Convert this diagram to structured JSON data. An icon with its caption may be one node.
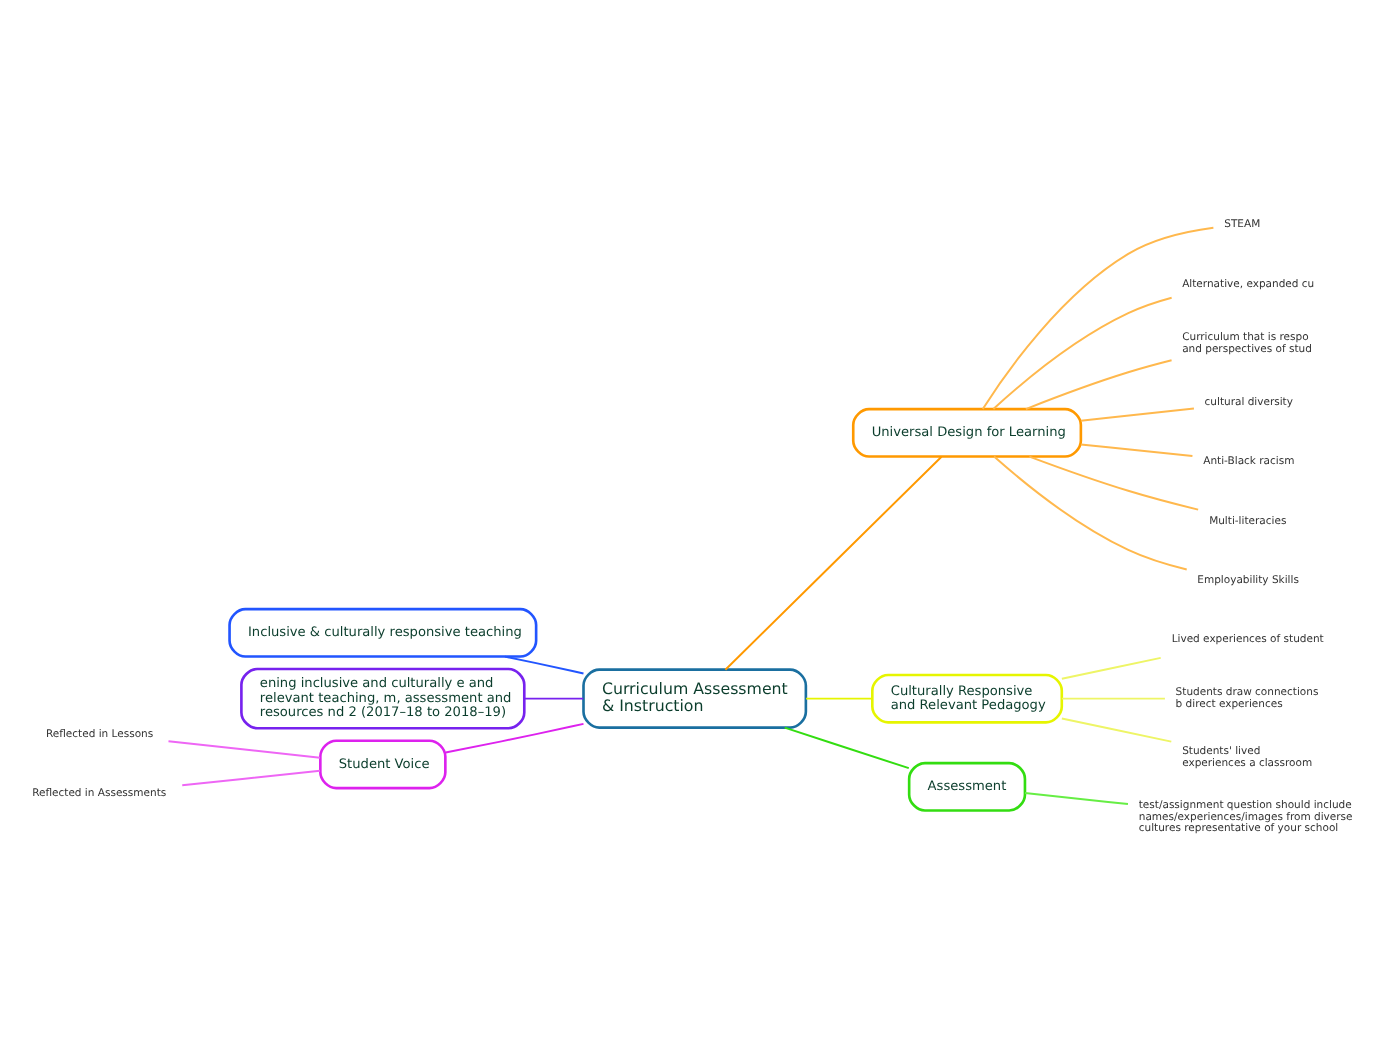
{
  "diagram": {
    "nodes": [
      {
        "text": [
          "Curriculum Assessment & Instruction"
        ]
      },
      {
        "text": [
          "Universal Design for Learning"
        ]
      },
      {
        "text": [
          "STEAM"
        ]
      },
      {
        "text": [
          "Alternative, expanded cu"
        ]
      },
      {
        "text": [
          "Curriculum that is respo and perspectives of stud"
        ]
      },
      {
        "text": [
          "cultural diversity"
        ]
      },
      {
        "text": [
          "Anti-Black racism"
        ]
      },
      {
        "text": [
          "Multi-literacies"
        ]
      },
      {
        "text": [
          "Employability Skills"
        ]
      },
      {
        "text": [
          "Culturally Responsive and Relevant Pedagogy"
        ]
      },
      {
        "text": [
          "Lived experiences of student"
        ]
      },
      {
        "text": [
          "Students draw connections b direct experiences"
        ]
      },
      {
        "text": [
          "Students' lived experiences a classroom"
        ]
      },
      {
        "text": [
          "Assessment"
        ]
      },
      {
        "text": [
          "test/assignment question should include names/experiences/images from diverse cultures representative of your school"
        ]
      },
      {
        "text": [
          "Inclusive & culturally responsive teaching"
        ]
      },
      {
        "text": [
          "ening inclusive and culturally e and relevant teaching, m, assessment and resources nd 2 (2017–18 to 2018–19)"
        ]
      },
      {
        "text": [
          "Student Voice"
        ]
      },
      {
        "text": [
          "Reflected in Lessons"
        ]
      },
      {
        "text": [
          "Reflected in Assessments"
        ]
      }
    ],
    "edges": [
      {
        "from": 0,
        "to": 1,
        "arrow": "none",
        "color": "#ff9900"
      },
      {
        "from": 1,
        "to": 2,
        "arrow": "none",
        "color": "#ffb84d"
      },
      {
        "from": 1,
        "to": 3,
        "arrow": "none",
        "color": "#ffb84d"
      },
      {
        "from": 1,
        "to": 4,
        "arrow": "none",
        "color": "#ffb84d"
      },
      {
        "from": 1,
        "to": 5,
        "arrow": "none",
        "color": "#ffb84d"
      },
      {
        "from": 1,
        "to": 6,
        "arrow": "none",
        "color": "#ffb84d"
      },
      {
        "from": 1,
        "to": 7,
        "arrow": "none",
        "color": "#ffb84d"
      },
      {
        "from": 1,
        "to": 8,
        "arrow": "none",
        "color": "#ffb84d"
      },
      {
        "from": 0,
        "to": 9,
        "arrow": "none",
        "color": "#e6f500"
      },
      {
        "from": 9,
        "to": 10,
        "arrow": "none",
        "color": "#eef566"
      },
      {
        "from": 9,
        "to": 11,
        "arrow": "none",
        "color": "#eef566"
      },
      {
        "from": 9,
        "to": 12,
        "arrow": "none",
        "color": "#eef566"
      },
      {
        "from": 0,
        "to": 13,
        "arrow": "none",
        "color": "#33dd11"
      },
      {
        "from": 13,
        "to": 14,
        "arrow": "none",
        "color": "#66ee44"
      },
      {
        "from": 15,
        "to": 0,
        "arrow": "none",
        "color": "#2255ff"
      },
      {
        "from": 16,
        "to": 0,
        "arrow": "none",
        "color": "#7722ee"
      },
      {
        "from": 17,
        "to": 0,
        "arrow": "none",
        "color": "#dd22ee"
      },
      {
        "from": 18,
        "to": 17,
        "arrow": "none",
        "color": "#ee66f5"
      },
      {
        "from": 19,
        "to": 17,
        "arrow": "none",
        "color": "#ee66f5"
      }
    ]
  }
}
